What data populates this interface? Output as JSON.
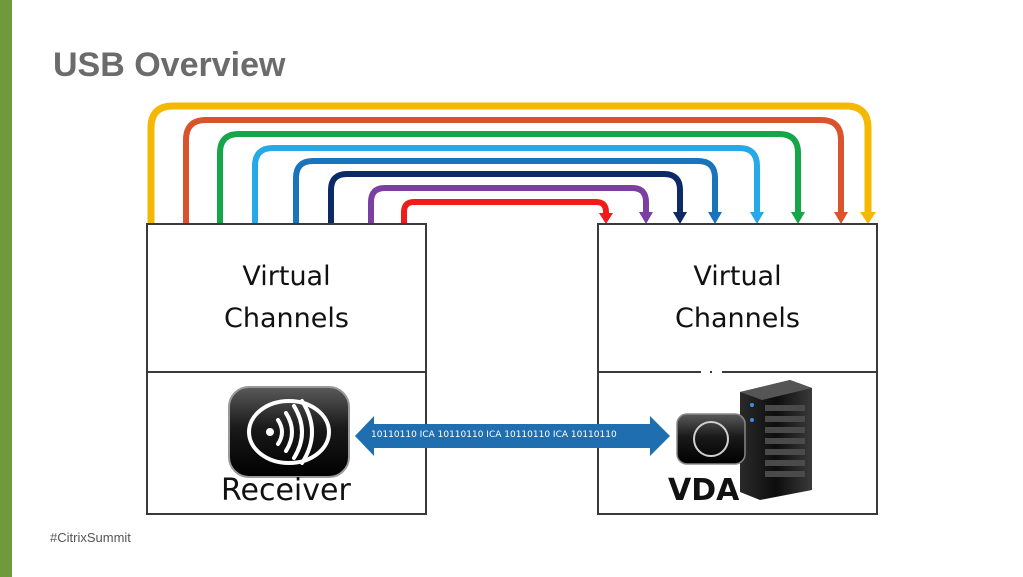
{
  "slide": {
    "title": "USB Overview",
    "footer": "#CitrixSummit",
    "accent_color": "#6f9a3b"
  },
  "left_box": {
    "virtual_channels_label": "Virtual\nChannels",
    "component_label": "Receiver",
    "icon": "receiver-icon"
  },
  "right_box": {
    "virtual_channels_label": "Virtual\nChannels",
    "component_label": "VDA",
    "icons": [
      "vda-windows-icon",
      "server-icon"
    ]
  },
  "ica_link": {
    "text": "10110110 ICA 10110110 ICA  10110110 ICA  10110110",
    "color": "#1f6fb0",
    "direction": "bidirectional"
  },
  "channel_arrows": {
    "colors": [
      "#f5b800",
      "#d9532c",
      "#16a64a",
      "#25a9e8",
      "#1874bd",
      "#0d2a66",
      "#7a3fa0",
      "#f21b1b"
    ],
    "direction": "left-to-right"
  }
}
